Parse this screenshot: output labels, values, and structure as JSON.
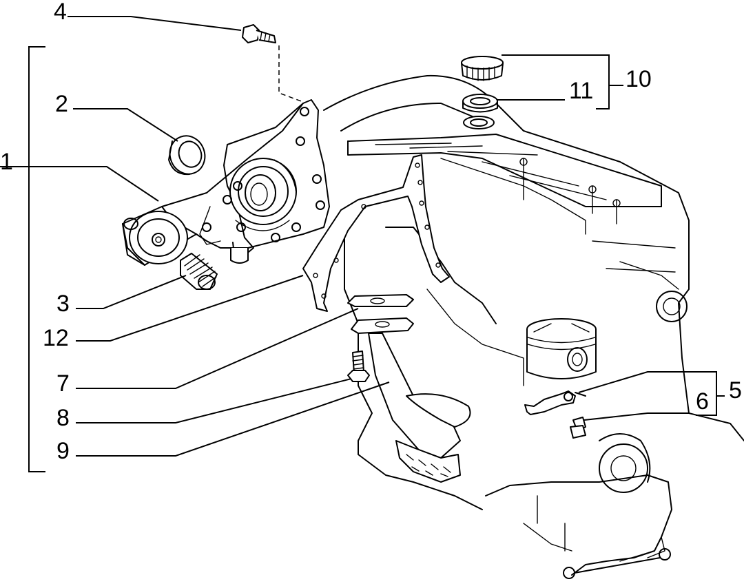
{
  "diagram": {
    "callouts": {
      "c1": "1",
      "c2": "2",
      "c3": "3",
      "c4": "4",
      "c5": "5",
      "c6": "6",
      "c7": "7",
      "c8": "8",
      "c9": "9",
      "c10": "10",
      "c11": "11",
      "c12": "12"
    },
    "ink_color": "#000000",
    "background_color": "#ffffff"
  }
}
